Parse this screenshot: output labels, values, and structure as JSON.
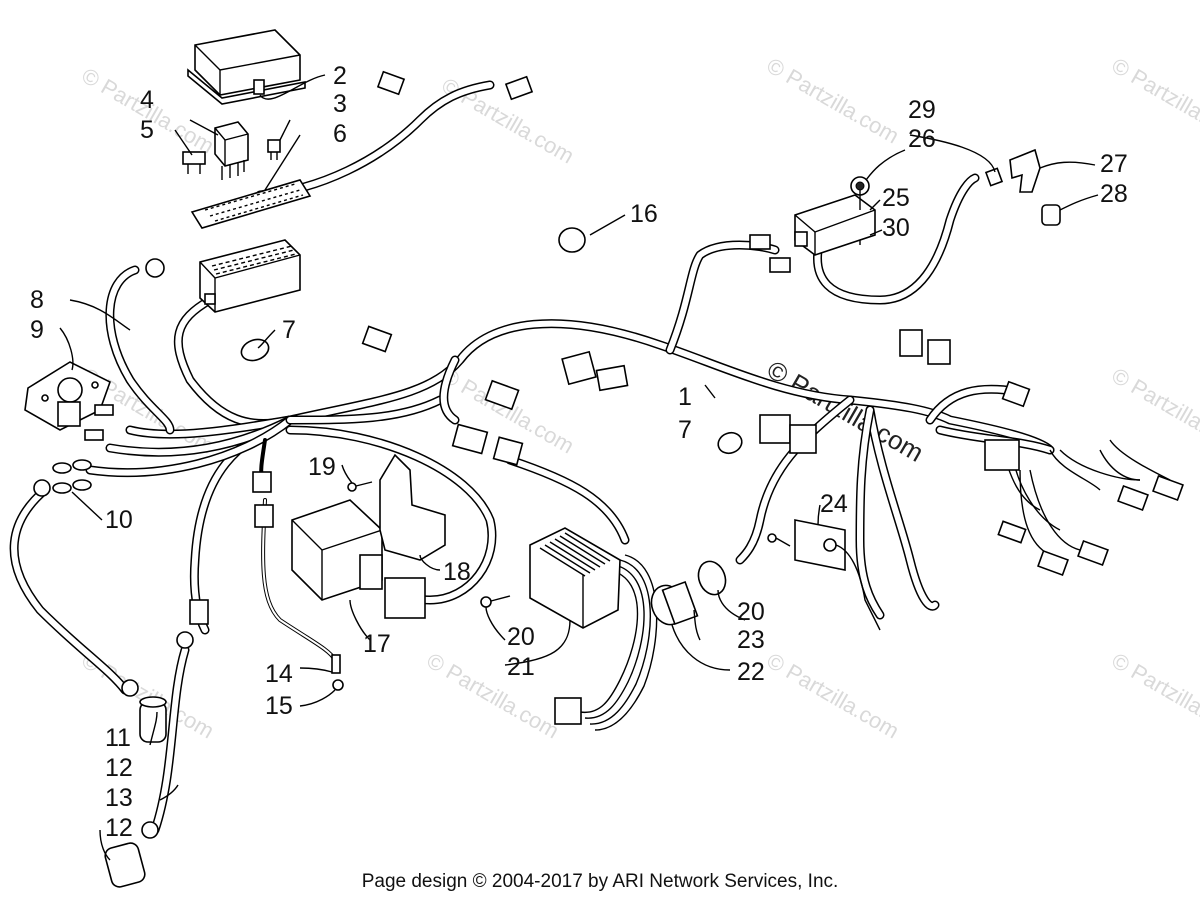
{
  "watermark": "© Partzilla.com",
  "callouts": {
    "c1": "1",
    "c2": "2",
    "c3": "3",
    "c4": "4",
    "c5": "5",
    "c6": "6",
    "c7": "7",
    "c8": "8",
    "c9": "9",
    "c10": "10",
    "c11": "11",
    "c12": "12",
    "c13": "13",
    "c14": "14",
    "c15": "15",
    "c16": "16",
    "c17": "17",
    "c18": "18",
    "c19": "19",
    "c20": "20",
    "c21": "21",
    "c22": "22",
    "c23": "23",
    "c24": "24",
    "c25": "25",
    "c26": "26",
    "c27": "27",
    "c28": "28",
    "c29": "29",
    "c30": "30"
  },
  "footer": "Page design © 2004-2017 by ARI Network Services, Inc."
}
